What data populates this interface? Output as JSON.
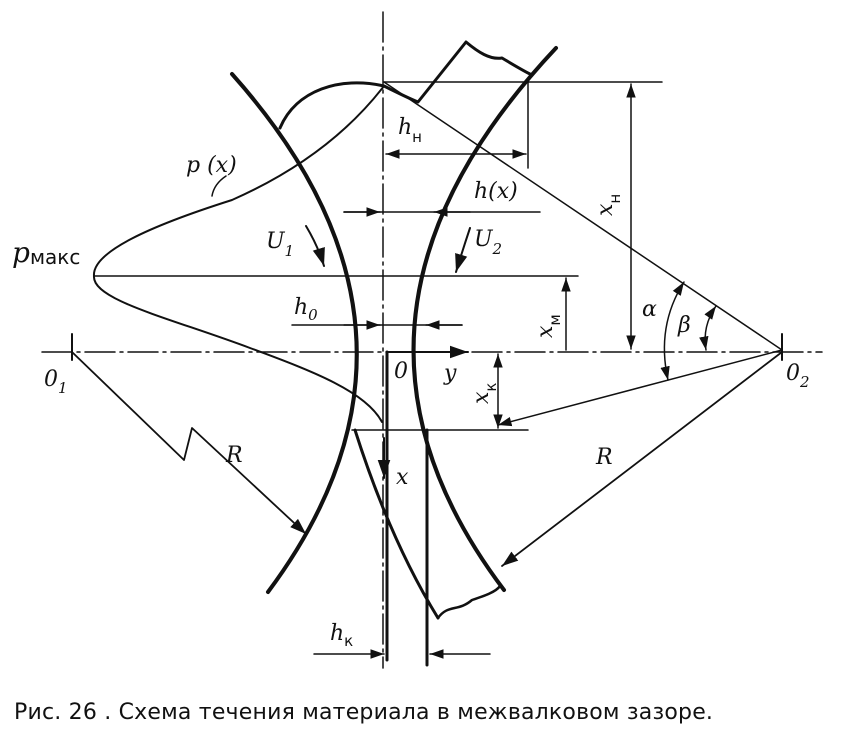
{
  "figure": {
    "caption": "Рис. 26 . Схема течения материала в межвалковом зазоре.",
    "labels": {
      "p_x": "p (x)",
      "p_max_main": "p",
      "p_max_sub": "макс",
      "U1_main": "U",
      "U1_sub": "1",
      "U2_main": "U",
      "U2_sub": "2",
      "h_n_main": "h",
      "h_n_sub": "н",
      "h_x": "h(x)",
      "h0_main": "h",
      "h0_sub": "0",
      "h_k_main": "h",
      "h_k_sub": "к",
      "x_n_main": "x",
      "x_n_sub": "н",
      "x_m_main": "x",
      "x_m_sub": "м",
      "x_k_main": "x",
      "x_k_sub": "к",
      "origin": "0",
      "y_axis": "y",
      "x_axis": "x",
      "O1_main": "0",
      "O1_sub": "1",
      "O2_main": "0",
      "O2_sub": "2",
      "R_left": "R",
      "R_right": "R",
      "alpha": "α",
      "beta": "β"
    }
  }
}
